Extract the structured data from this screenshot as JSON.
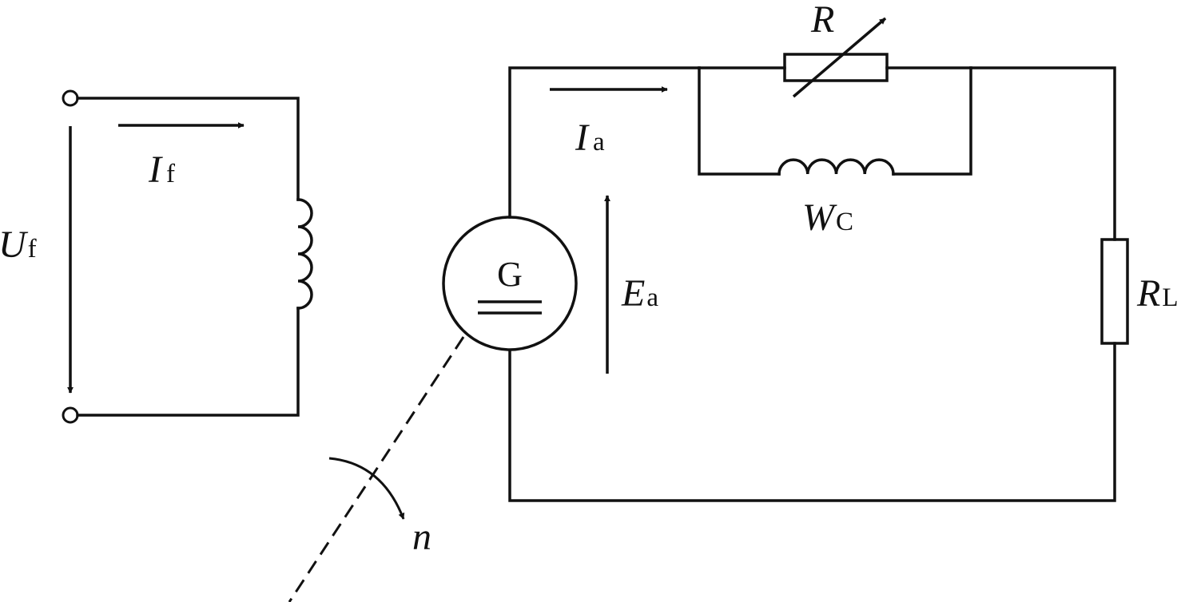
{
  "labels": {
    "field_voltage": {
      "main": "U",
      "sub": "f"
    },
    "field_current": {
      "main": "I",
      "sub": "f"
    },
    "armature_current": {
      "main": "I",
      "sub": "a"
    },
    "emf": {
      "main": "E",
      "sub": "a"
    },
    "resistor": {
      "main": "R"
    },
    "series_winding": {
      "main": "W",
      "sub": "C"
    },
    "load": {
      "main": "R",
      "sub": "L"
    },
    "generator": "G",
    "speed": "n"
  }
}
